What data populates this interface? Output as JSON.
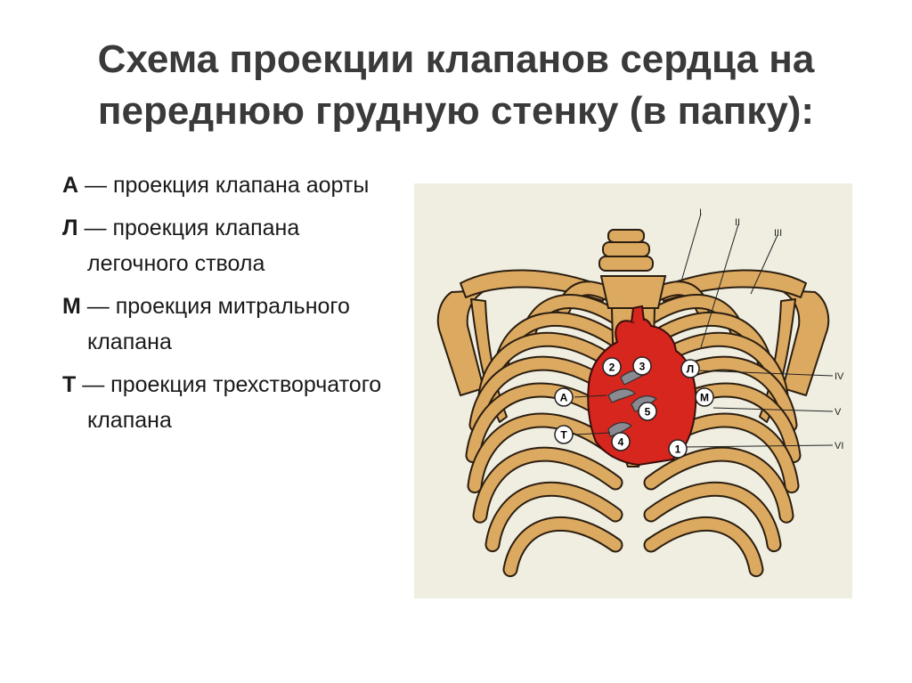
{
  "slide": {
    "title_line1": "Схема проекции клапанов сердца на",
    "title_line2": "переднюю грудную стенку (в папку):"
  },
  "legend": [
    {
      "letter": "А",
      "text": " — проекция клапана аорты"
    },
    {
      "letter": "Л",
      "text": " — проекция клапана легочного ствола"
    },
    {
      "letter": "М",
      "text": " — проекция митрального клапана"
    },
    {
      "letter": "Т",
      "text": " — проекция трехстворчатого клапана"
    }
  ],
  "figure": {
    "colors": {
      "bone": "#dca960",
      "bone_outline": "#2b1e10",
      "heart": "#d7261e",
      "valve": "#8a8a92",
      "background": "#efeee1"
    },
    "roman_labels": {
      "r1": "I",
      "r2": "II",
      "r3": "III",
      "r4": "IV",
      "r5": "V",
      "r6": "VI"
    },
    "valve_markers": {
      "m2": "2",
      "m3": "3",
      "mL": "Л",
      "mA": "А",
      "mM": "М",
      "m5": "5",
      "mT": "Т",
      "m4": "4",
      "m1": "1"
    }
  }
}
